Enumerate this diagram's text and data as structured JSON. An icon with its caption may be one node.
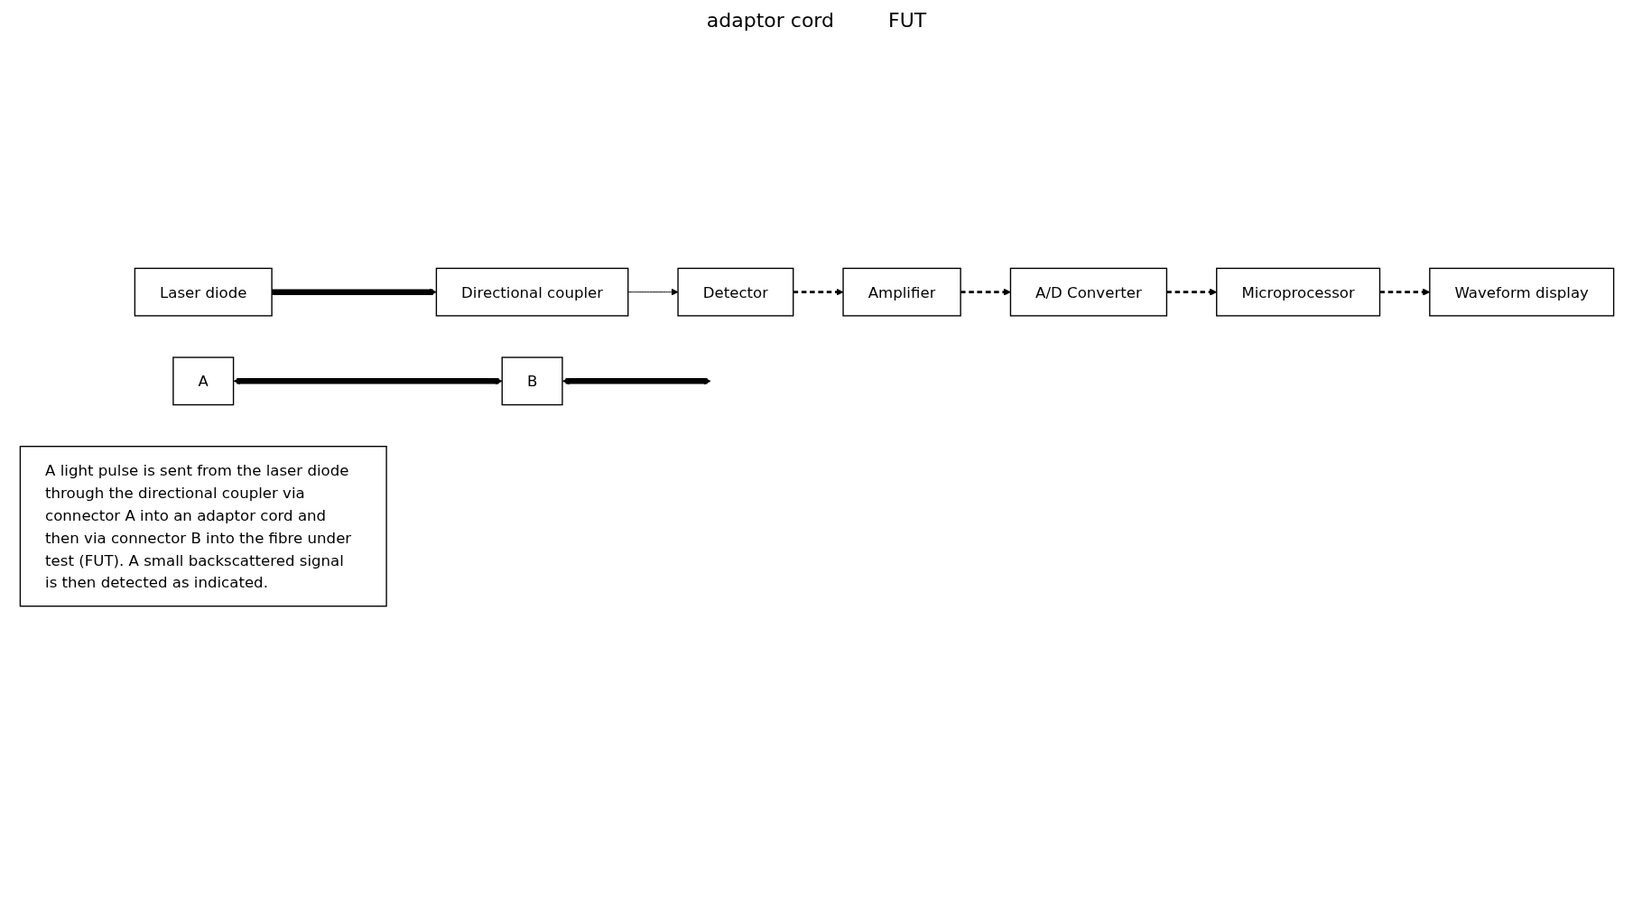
{
  "diagram": {
    "nodes": [
      {
        "text": [
          "Laser diode"
        ]
      },
      {
        "text": [
          "Directional coupler"
        ]
      },
      {
        "text": [
          "A"
        ]
      },
      {
        "text": [
          "B"
        ]
      },
      {
        "text": [
          "Detector"
        ]
      },
      {
        "text": [
          "Amplifier"
        ]
      },
      {
        "text": [
          "A/D Converter"
        ]
      },
      {
        "text": [
          "Microprocessor"
        ]
      },
      {
        "text": [
          "Waveform display"
        ]
      },
      {
        "text": [
          "A light pulse is sent from the laser diode through the directional coupler via connector A into an adaptor cord and then via connector B into the fibre under test (FUT). A small backscattered signal is then detected as indicated."
        ]
      }
    ],
    "edges": [
      {
        "from": 0,
        "to": 1,
        "arrow": "to",
        "style": "thick"
      },
      {
        "from": 2,
        "to": 3,
        "arrow": "both",
        "style": "thick"
      },
      {
        "from": 3,
        "to": null,
        "arrow": "both",
        "style": "thick"
      },
      {
        "from": 1,
        "to": 4,
        "arrow": "to"
      },
      {
        "from": 4,
        "to": 5,
        "arrow": "to",
        "style": "dashed"
      },
      {
        "from": 5,
        "to": 6,
        "arrow": "to",
        "style": "dashed"
      },
      {
        "from": 6,
        "to": 7,
        "arrow": "to",
        "style": "dashed"
      },
      {
        "from": 7,
        "to": 8,
        "arrow": "to",
        "style": "dashed"
      }
    ],
    "labels": [
      "adaptor cord",
      "FUT"
    ]
  }
}
